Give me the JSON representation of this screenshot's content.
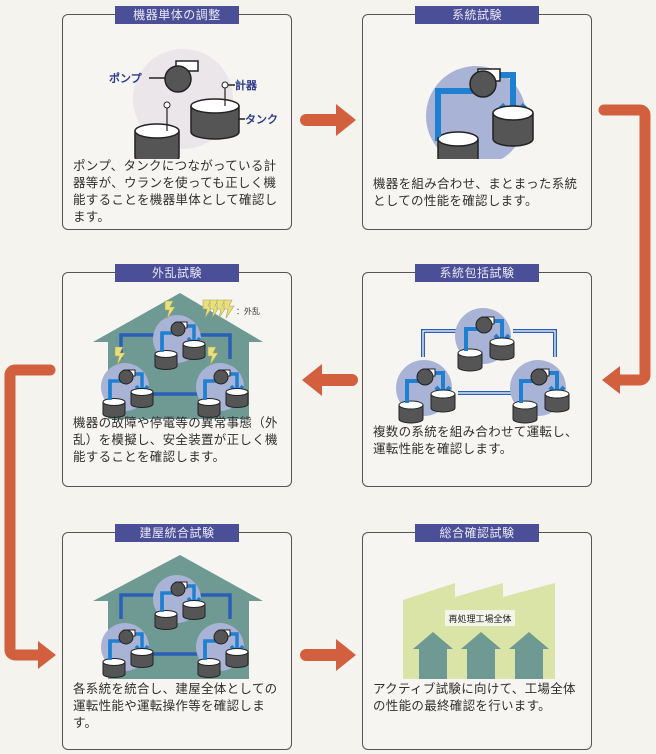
{
  "steps": [
    {
      "title": "機器単体の調整",
      "description": "ポンプ、タンクにつながっている計器等が、ウランを使っても正しく機能することを機器単体として確認します。",
      "illustration": "single-equipment",
      "labels": {
        "pump": "ポンプ",
        "instrument": "計器",
        "tank": "タンク"
      }
    },
    {
      "title": "系統試験",
      "description": "機器を組み合わせ、まとまった系統としての性能を確認します。",
      "illustration": "system"
    },
    {
      "title": "系統包括試験",
      "description": "複数の系統を組み合わせて運転し、運転性能を確認します。",
      "illustration": "multi-system"
    },
    {
      "title": "外乱試験",
      "description": "機器の故障や停電等の異常事態（外乱）を模擬し、安全装置が正しく機能することを確認します。",
      "illustration": "disturbance",
      "labels": {
        "legend": "：外乱"
      }
    },
    {
      "title": "建屋統合試験",
      "description": "各系統を統合し、建屋全体としての運転性能や運転操作等を確認します。",
      "illustration": "building"
    },
    {
      "title": "総合確認試験",
      "description": "アクティブ試験に向けて、工場全体の性能の最終確認を行います。",
      "illustration": "plant",
      "labels": {
        "plant": "再処理工場全体"
      }
    }
  ],
  "flow": [
    "機器単体の調整",
    "系統試験",
    "系統包括試験",
    "外乱試験",
    "建屋統合試験",
    "総合確認試験"
  ],
  "colors": {
    "tab": "#4b4f98",
    "arrow": "#d2603f",
    "pipe": "#1f7fd0",
    "equipment": "#555555",
    "halo": "#a9b3d6",
    "building": "#6f9a94",
    "plant": "#d9e4a6",
    "plant_house": "#6f9a94"
  }
}
